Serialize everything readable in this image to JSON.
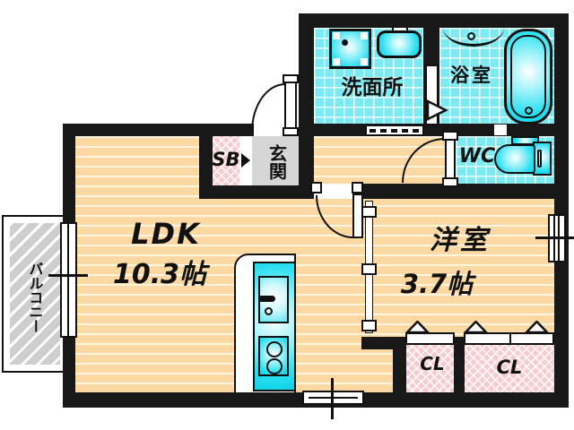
{
  "title": "apartment floor plan",
  "rooms": {
    "ldk": {
      "label": "LDK",
      "size": "10.3帖"
    },
    "western_room": {
      "label": "洋室",
      "size": "3.7帖"
    },
    "washroom": {
      "label": "洗面所"
    },
    "bathroom": {
      "label": "浴室"
    },
    "toilet": {
      "label": "WC"
    },
    "entrance": {
      "label": "玄関"
    },
    "shoe_box": {
      "label": "SB"
    },
    "balcony": {
      "label": "バルコニー"
    },
    "closet_left": {
      "label": "CL"
    },
    "closet_right": {
      "label": "CL"
    }
  },
  "fixtures": [
    "bathtub",
    "bath-counter",
    "washing-machine-pan",
    "vanity-sink",
    "toilet",
    "kitchen-counter",
    "kitchen-sink",
    "gas-stove"
  ],
  "colors": {
    "wall": "#181818",
    "wood_floor": "#fcd9a3",
    "tile_cyan": "#7de9f1",
    "fixture_cyan": "#2ddff0",
    "closet_pink": "#f8cbd1",
    "entrance_gray": "#d6d6d6",
    "balcony_gray": "#cecece"
  }
}
